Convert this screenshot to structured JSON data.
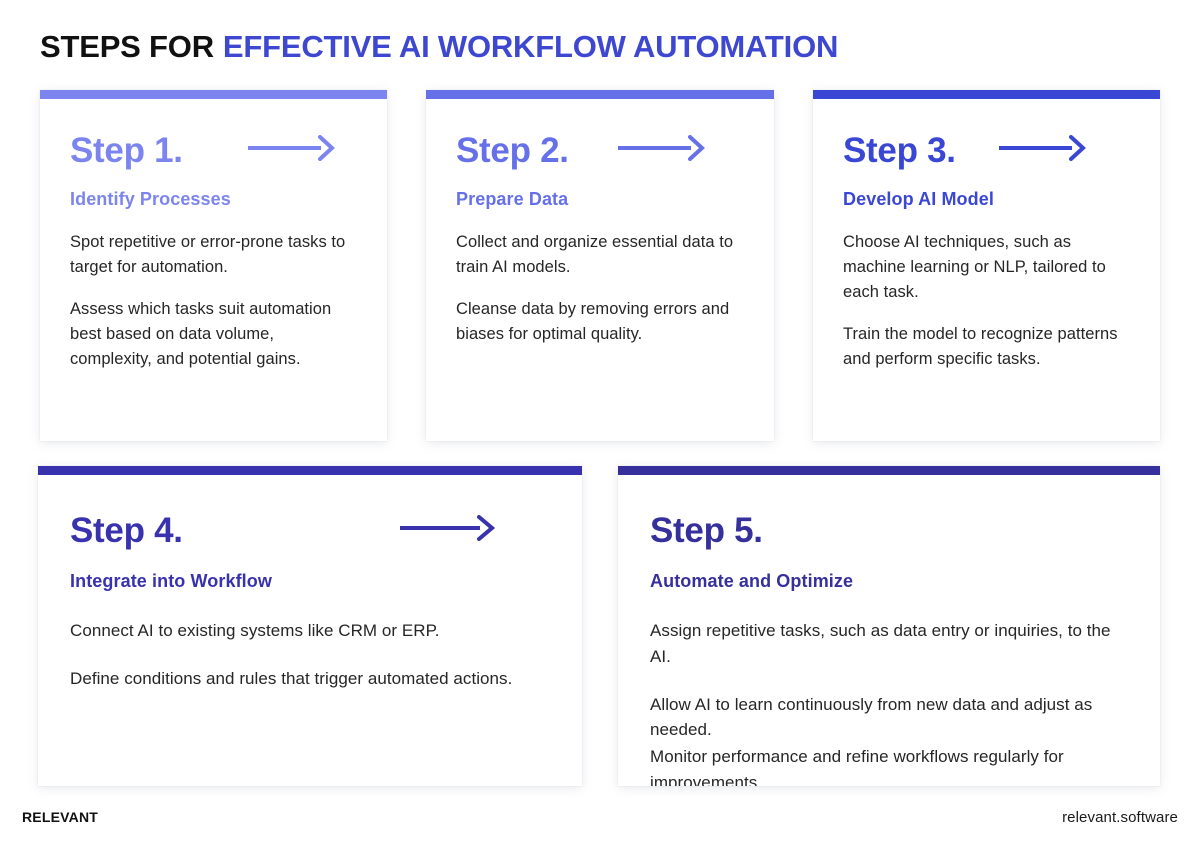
{
  "header": {
    "title_dark": "STEPS FOR",
    "title_accent": "EFFECTIVE AI WORKFLOW AUTOMATION",
    "accent_color": "#3d47d0"
  },
  "cards": [
    {
      "step_label": "Step 1.",
      "subtitle": "Identify Processes",
      "accent_color": "#7c85ef",
      "arrow_icon": "arrow-right-icon",
      "has_arrow": true,
      "paragraphs": [
        "Spot repetitive or error-prone tasks to target for automation.",
        "Assess which tasks suit automation best based on data volume, complexity, and potential gains."
      ]
    },
    {
      "step_label": "Step 2.",
      "subtitle": "Prepare Data",
      "accent_color": "#6670e8",
      "arrow_icon": "arrow-right-icon",
      "has_arrow": true,
      "paragraphs": [
        "Collect and organize essential data to train AI models.",
        "Cleanse data by removing errors and biases for optimal quality."
      ]
    },
    {
      "step_label": "Step 3.",
      "subtitle": "Develop AI Model",
      "accent_color": "#3a47d5",
      "arrow_icon": "arrow-right-icon",
      "has_arrow": true,
      "paragraphs": [
        "Choose AI techniques, such as machine learning or NLP, tailored to each task.",
        "Train the model to recognize patterns and perform specific tasks."
      ]
    },
    {
      "step_label": "Step 4.",
      "subtitle": "Integrate into Workflow",
      "accent_color": "#3832ae",
      "arrow_icon": "arrow-right-icon",
      "has_arrow": true,
      "paragraphs": [
        "Connect AI to existing systems like CRM or ERP.",
        "Define conditions and rules that trigger automated actions."
      ]
    },
    {
      "step_label": "Step 5.",
      "subtitle": "Automate and Optimize",
      "accent_color": "#35309c",
      "arrow_icon": "",
      "has_arrow": false,
      "paragraphs": [
        "Assign repetitive tasks, such as data entry or inquiries, to the AI.",
        "Allow AI to learn continuously from new data and adjust as needed.",
        "Monitor performance and refine workflows regularly for improvements."
      ]
    }
  ],
  "footer": {
    "brand": "RELEVANT",
    "site": "relevant.software"
  }
}
